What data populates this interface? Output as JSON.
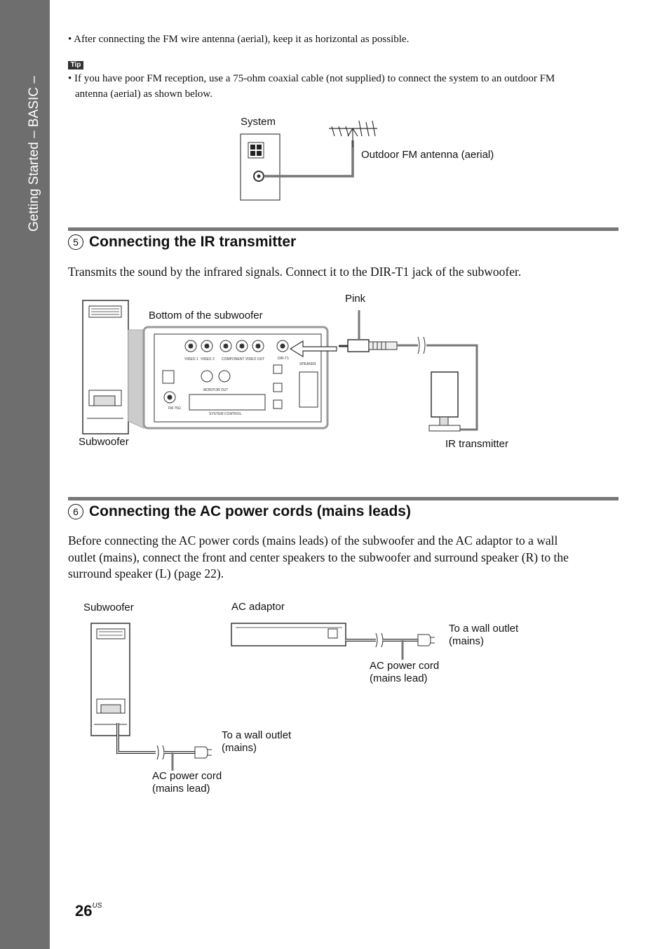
{
  "sidebar": {
    "text": "Getting Started – BASIC –"
  },
  "intro": {
    "bullet1": "• After connecting the FM wire antenna (aerial), keep it as horizontal as possible.",
    "tip_label": "Tip",
    "tip_line1": "• If you have poor FM reception, use a 75-ohm coaxial cable (not supplied) to connect the system to an outdoor FM",
    "tip_line2": "antenna (aerial) as shown below."
  },
  "fig1": {
    "system": "System",
    "antenna": "Outdoor FM antenna (aerial)"
  },
  "section5": {
    "number": "5",
    "title": "Connecting the IR transmitter",
    "body": "Transmits the sound by the infrared signals. Connect it to the DIR-T1 jack of the subwoofer."
  },
  "fig2": {
    "bottom": "Bottom of the subwoofer",
    "pink": "Pink",
    "subwoofer": "Subwoofer",
    "ir": "IR transmitter"
  },
  "section6": {
    "number": "6",
    "title": "Connecting the AC power cords (mains leads)",
    "body_line1": "Before connecting the AC power cords (mains leads) of the subwoofer and the AC adaptor to a wall",
    "body_line2": "outlet (mains), connect the front and center speakers to the subwoofer and surround speaker (R) to the",
    "body_line3": "surround speaker (L) (page 22)."
  },
  "fig3": {
    "subwoofer": "Subwoofer",
    "adaptor": "AC adaptor",
    "outlet_right_1": "To a wall outlet",
    "outlet_right_2": "(mains)",
    "cord_right_1": "AC power cord",
    "cord_right_2": "(mains lead)",
    "outlet_left_1": "To a wall outlet",
    "outlet_left_2": "(mains)",
    "cord_left_1": "AC power cord",
    "cord_left_2": "(mains lead)"
  },
  "footer": {
    "page": "26",
    "suffix": "US"
  }
}
